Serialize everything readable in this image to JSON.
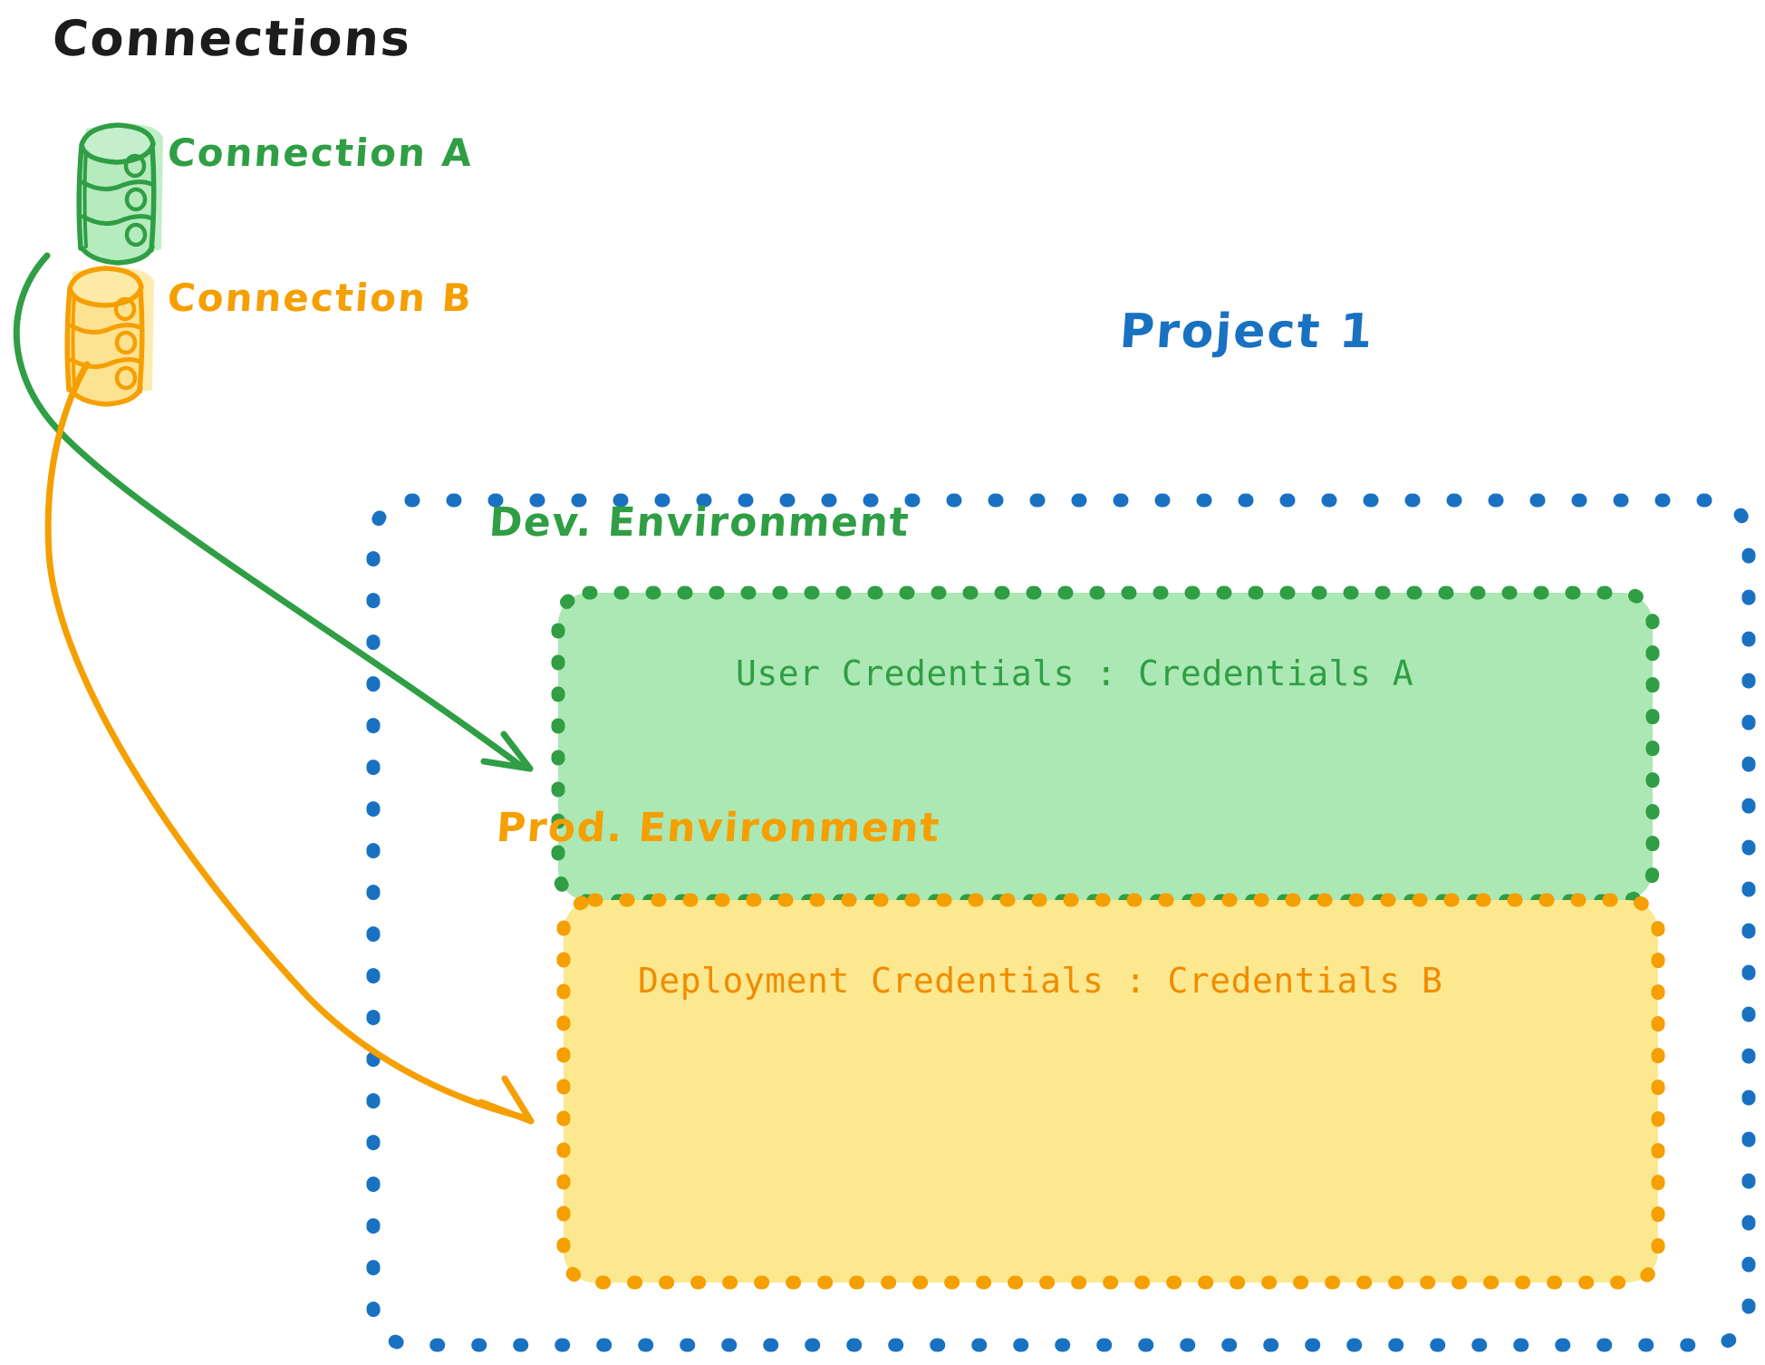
{
  "diagram": {
    "title": "Connections",
    "style": "hand-drawn sketch",
    "background": "#ffffff"
  },
  "colors": {
    "green_stroke": "#2f9e44",
    "green_fill": "#abe8b4",
    "orange_stroke": "#f59f00",
    "orange_stroke_dark": "#f08c00",
    "yellow_fill": "#fce88f",
    "blue_stroke": "#1971c2",
    "black_text": "#1c1c1c"
  },
  "connections": {
    "heading": "Connections",
    "items": [
      {
        "id": "connection-a",
        "label": "Connection A",
        "icon": "database-icon",
        "color": "#2f9e44"
      },
      {
        "id": "connection-b",
        "label": "Connection B",
        "icon": "database-icon",
        "color": "#f59f00"
      }
    ]
  },
  "project": {
    "title": "Project 1",
    "color": "#1971c2",
    "border": "dotted",
    "environments": [
      {
        "id": "dev-environment",
        "title": "Dev. Environment",
        "color": "#2f9e44",
        "fill": "#abe8b4",
        "border": "dotted",
        "credential_label": "User Credentials",
        "credential_separator": ":",
        "credential_value": "Credentials A",
        "credential_line": "User Credentials : Credentials A"
      },
      {
        "id": "prod-environment",
        "title": "Prod. Environment",
        "color": "#f08c00",
        "fill": "#fce88f",
        "border": "dotted",
        "credential_label": "Deployment Credentials",
        "credential_separator": ":",
        "credential_value": "Credentials B",
        "credential_line": "Deployment Credentials : Credentials B"
      }
    ]
  },
  "arrows": [
    {
      "id": "arrow-connection-a-to-dev",
      "from": "connection-a",
      "to": "dev-environment",
      "color": "#2f9e44"
    },
    {
      "id": "arrow-connection-b-to-prod",
      "from": "connection-b",
      "to": "prod-environment",
      "color": "#f59f00"
    }
  ]
}
